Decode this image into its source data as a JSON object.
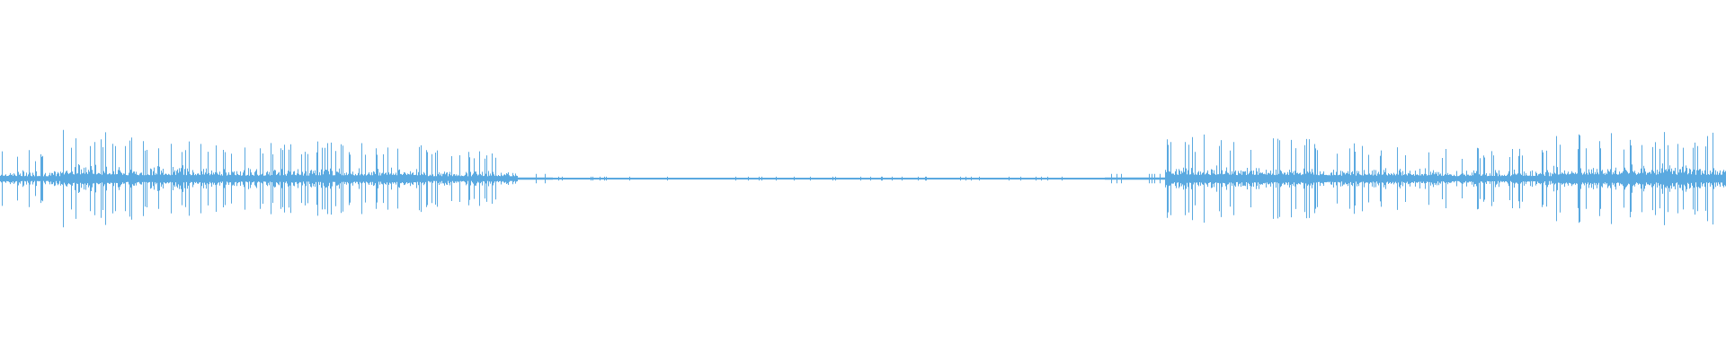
{
  "waveform": {
    "color": "#5aa9e0",
    "background": "#ffffff",
    "envelope": [
      {
        "from": 0.0,
        "to": 0.035,
        "level": 0.55
      },
      {
        "from": 0.035,
        "to": 0.07,
        "level": 0.95
      },
      {
        "from": 0.07,
        "to": 0.12,
        "level": 0.8
      },
      {
        "from": 0.12,
        "to": 0.18,
        "level": 0.7
      },
      {
        "from": 0.18,
        "to": 0.245,
        "level": 0.75
      },
      {
        "from": 0.245,
        "to": 0.3,
        "level": 0.55
      },
      {
        "from": 0.3,
        "to": 0.32,
        "level": 0.1
      },
      {
        "from": 0.32,
        "to": 0.64,
        "level": 0.04
      },
      {
        "from": 0.64,
        "to": 0.675,
        "level": 0.1
      },
      {
        "from": 0.675,
        "to": 0.76,
        "level": 0.85
      },
      {
        "from": 0.76,
        "to": 0.83,
        "level": 0.7
      },
      {
        "from": 0.83,
        "to": 0.9,
        "level": 0.6
      },
      {
        "from": 0.9,
        "to": 1.0,
        "level": 0.9
      }
    ]
  }
}
